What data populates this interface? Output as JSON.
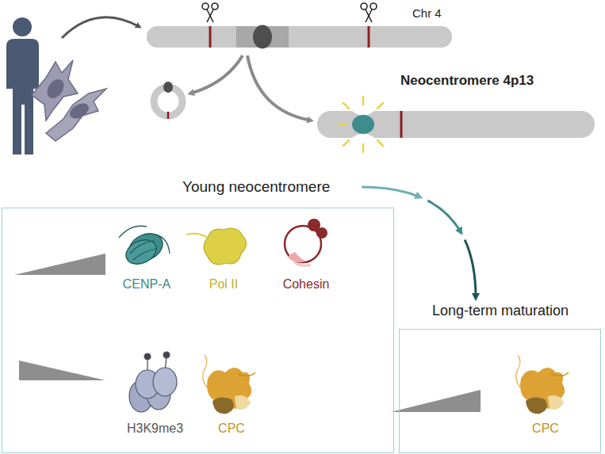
{
  "diagram": {
    "nodes": [
      {
        "text": [
          "Young neocentromere"
        ]
      },
      {
        "text": [
          "CENP-A"
        ],
        "in": 0
      },
      {
        "text": [
          "Pol II"
        ],
        "in": 0
      },
      {
        "text": [
          "Cohesin"
        ],
        "in": 0
      },
      {
        "text": [
          "H3K9me3"
        ],
        "in": 0
      },
      {
        "text": [
          "CPC"
        ],
        "in": 0
      },
      {
        "text": [
          "Long-term maturation"
        ]
      },
      {
        "text": [
          "CPC"
        ],
        "in": 6
      }
    ],
    "edges": [
      {
        "from": 0,
        "to": 6,
        "arrow": "to"
      }
    ],
    "labels": [
      "Chr 4",
      "Neocentromere 4p13"
    ]
  }
}
